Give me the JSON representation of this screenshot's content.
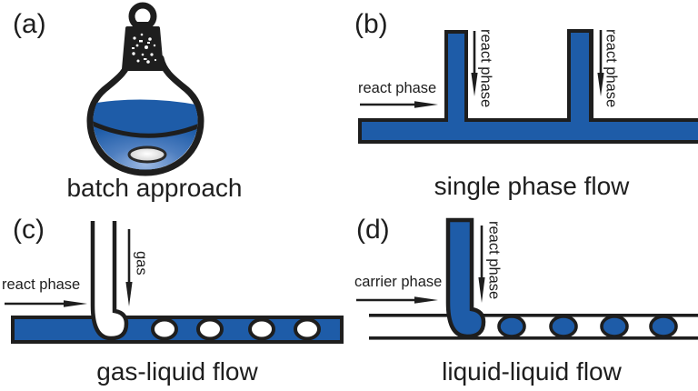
{
  "colors": {
    "liquid_blue": "#1e5ca8",
    "ink": "#1e1e1e"
  },
  "panels": {
    "a": {
      "letter": "(a)",
      "caption": "batch approach"
    },
    "b": {
      "letter": "(b)",
      "caption": "single phase flow",
      "inlet_label": "react phase",
      "side_label_1": "react phase",
      "side_label_2": "react phase"
    },
    "c": {
      "letter": "(c)",
      "caption": "gas-liquid flow",
      "inlet_label": "react phase",
      "side_label": "gas"
    },
    "d": {
      "letter": "(d)",
      "caption": "liquid-liquid flow",
      "inlet_label": "carrier phase",
      "side_label": "react phase"
    }
  }
}
